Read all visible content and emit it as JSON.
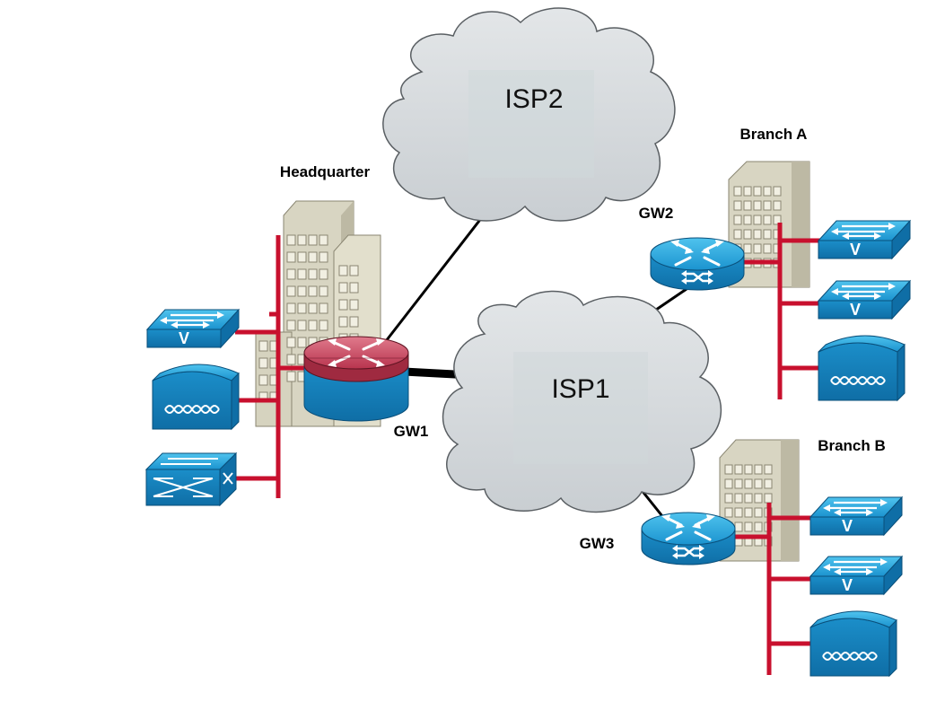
{
  "clouds": {
    "isp2": "ISP2",
    "isp1": "ISP1"
  },
  "sites": {
    "headquarter": "Headquarter",
    "branch_a": "Branch A",
    "branch_b": "Branch B"
  },
  "gateways": {
    "gw1": "GW1",
    "gw2": "GW2",
    "gw3": "GW3"
  },
  "icons": {
    "router": "router-icon",
    "firewall_router": "firewall-router-icon",
    "switch": "switch-icon",
    "optical": "optical-device-icon",
    "multilayer_switch": "multilayer-switch-icon",
    "building": "building-icon",
    "cloud": "cloud-icon"
  },
  "colors": {
    "lan_bus": "#c8102e",
    "cisco_blue": "#1b9ad2",
    "cloud": "#d4d8dc",
    "building": "#dcd9c6",
    "firewall": "#c8405a"
  }
}
